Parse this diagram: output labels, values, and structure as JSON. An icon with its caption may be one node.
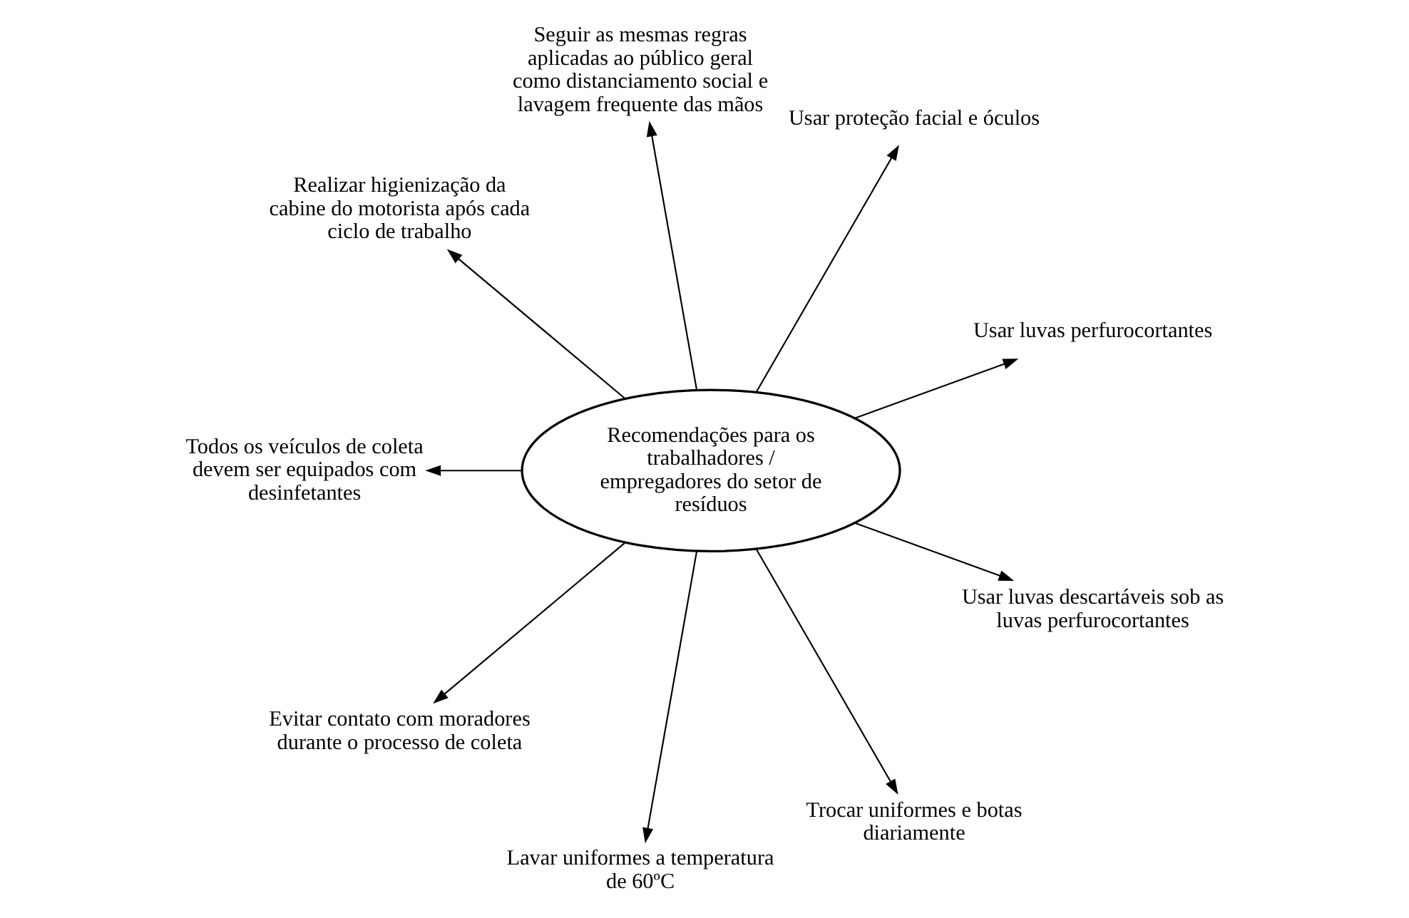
{
  "diagram": {
    "nodes": [
      {
        "text": [
          "Recomendações para os trabalhadores / empregadores do setor de resíduos"
        ]
      },
      {
        "text": [
          "Usar luvas perfurocortantes"
        ]
      },
      {
        "text": [
          "Usar proteção facial e óculos"
        ]
      },
      {
        "text": [
          "Seguir as mesmas regras aplicadas ao público geral como distanciamento social e lavagem frequente das mãos"
        ]
      },
      {
        "text": [
          "Realizar higienização da cabine do motorista após cada ciclo de trabalho"
        ]
      },
      {
        "text": [
          "Todos os veículos de coleta devem ser equipados com desinfetantes"
        ]
      },
      {
        "text": [
          "Evitar contato com moradores durante o processo de coleta"
        ]
      },
      {
        "text": [
          "Lavar uniformes a temperatura de 60ºC"
        ]
      },
      {
        "text": [
          "Trocar uniformes e botas diariamente"
        ]
      },
      {
        "text": [
          "Usar luvas descartáveis sob as luvas perfurocortantes"
        ]
      }
    ],
    "edges": [
      {
        "from": 0,
        "to": 1,
        "arrow": "to"
      },
      {
        "from": 0,
        "to": 2,
        "arrow": "to"
      },
      {
        "from": 0,
        "to": 3,
        "arrow": "to"
      },
      {
        "from": 0,
        "to": 4,
        "arrow": "to"
      },
      {
        "from": 0,
        "to": 5,
        "arrow": "to"
      },
      {
        "from": 0,
        "to": 6,
        "arrow": "to"
      },
      {
        "from": 0,
        "to": 7,
        "arrow": "to"
      },
      {
        "from": 0,
        "to": 8,
        "arrow": "to"
      },
      {
        "from": 0,
        "to": 9,
        "arrow": "to"
      }
    ]
  }
}
